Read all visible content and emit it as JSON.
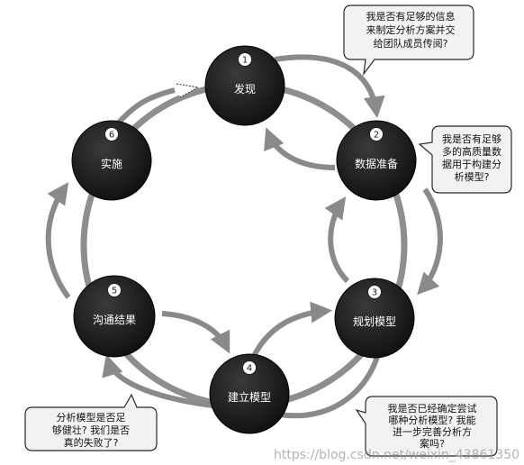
{
  "phases": [
    {
      "number": "1",
      "label": "发现"
    },
    {
      "number": "2",
      "label": "数据准备"
    },
    {
      "number": "3",
      "label": "规划模型"
    },
    {
      "number": "4",
      "label": "建立模型"
    },
    {
      "number": "5",
      "label": "沟通结果"
    },
    {
      "number": "6",
      "label": "实施"
    }
  ],
  "callouts": {
    "discovery": [
      "我是否有足够的信息",
      "来制定分析方案并交",
      "给团队成员传阅?"
    ],
    "data_prep": [
      "我是否有足够",
      "多的高质量数",
      "据用于构建分",
      "析模型?"
    ],
    "model_building": [
      "我是否已经确定尝试",
      "哪种分析模型? 我能",
      "进一步完善分析方",
      "案吗?"
    ],
    "communicate": [
      "分析模型是否足",
      "够健壮? 我们是否",
      "真的失败了?"
    ]
  },
  "watermark": "https://blog.csdn.net/weixin_43861350",
  "colors": {
    "node_fill": "#161616",
    "ring": "#8e8e8e",
    "arrow": "#8a8a8a",
    "bubble_fill": "#f2f2f2",
    "bubble_stroke": "#2a2a2a"
  }
}
